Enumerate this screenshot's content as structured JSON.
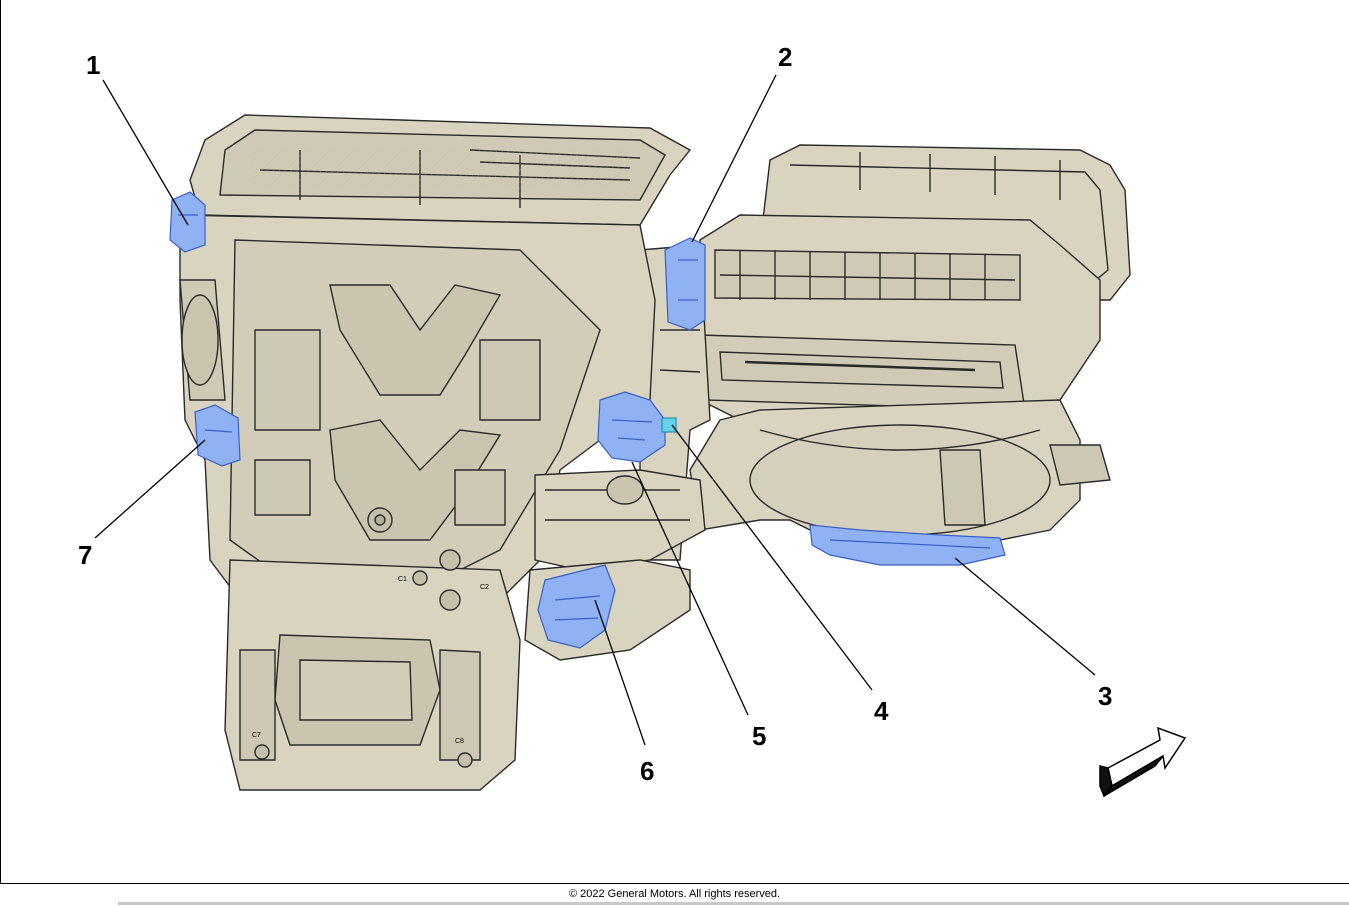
{
  "callouts": [
    {
      "id": "1",
      "label": "1"
    },
    {
      "id": "2",
      "label": "2"
    },
    {
      "id": "3",
      "label": "3"
    },
    {
      "id": "4",
      "label": "4"
    },
    {
      "id": "5",
      "label": "5"
    },
    {
      "id": "6",
      "label": "6"
    },
    {
      "id": "7",
      "label": "7"
    }
  ],
  "part_markings": {
    "c1": "C1",
    "c2": "C2",
    "c7": "C7",
    "c8": "C8"
  },
  "colors": {
    "housing": "#d8d4c0",
    "outline": "#2a2a2a",
    "highlight": "#8fb2f5",
    "highlight_dark": "#5c86e6"
  },
  "footer": {
    "copyright": "© 2022 General Motors.  All rights reserved."
  }
}
